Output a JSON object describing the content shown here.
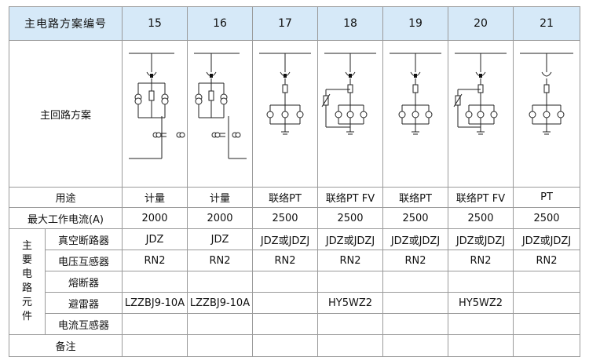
{
  "header": {
    "title": "主电路方案编号",
    "columns": [
      "15",
      "16",
      "17",
      "18",
      "19",
      "20",
      "21"
    ]
  },
  "scheme_label": "主回路方案",
  "usage": {
    "label": "用途",
    "values": [
      "计量",
      "计量",
      "联络PT",
      "联络PT FV",
      "联络PT",
      "联络PT FV",
      "PT"
    ]
  },
  "max_current": {
    "label": "最大工作电流(A)",
    "values": [
      "2000",
      "2000",
      "2500",
      "2500",
      "2500",
      "2500",
      "2500"
    ]
  },
  "components_label": [
    "主",
    "要",
    "电",
    "路",
    "元",
    "件"
  ],
  "components": [
    {
      "label": "真空断路器",
      "values": [
        "JDZ",
        "JDZ",
        "JDZ或JDZJ",
        "JDZ或JDZJ",
        "JDZ或JDZJ",
        "JDZ或JDZJ",
        "JDZ或JDZJ"
      ]
    },
    {
      "label": "电压互感器",
      "values": [
        "RN2",
        "RN2",
        "RN2",
        "RN2",
        "RN2",
        "RN2",
        "RN2"
      ]
    },
    {
      "label": "熔断器",
      "values": [
        "",
        "",
        "",
        "",
        "",
        "",
        ""
      ]
    },
    {
      "label": "避雷器",
      "values": [
        "LZZBJ9-10A",
        "LZZBJ9-10A",
        "",
        "HY5WZ2",
        "",
        "HY5WZ2",
        ""
      ]
    },
    {
      "label": "电流互感器",
      "values": [
        "",
        "",
        "",
        "",
        "",
        "",
        ""
      ]
    }
  ],
  "remarks": {
    "label": "备注",
    "values": [
      "",
      "",
      "",
      "",
      "",
      "",
      ""
    ]
  }
}
